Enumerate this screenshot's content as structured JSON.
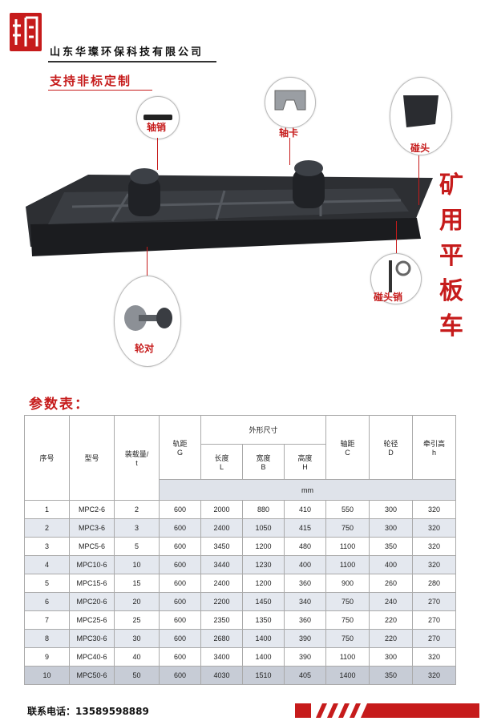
{
  "header": {
    "company_name": "山东华璨环保科技有限公司",
    "slogan": "支持非标定制"
  },
  "product": {
    "title_chars": [
      "矿",
      "用",
      "平",
      "板",
      "车"
    ]
  },
  "callouts": {
    "axle_pin": "轴销",
    "axle_clamp": "轴卡",
    "bumper_head": "碰头",
    "bumper_pin": "碰头销",
    "wheelset": "轮对"
  },
  "params": {
    "title": "参数表：",
    "headers": {
      "seq": "序号",
      "model": "型号",
      "load": "装载量/",
      "load_unit": "t",
      "gauge": "轨距",
      "gauge_sym": "G",
      "dims": "外形尺寸",
      "length": "长度",
      "length_sym": "L",
      "width": "宽度",
      "width_sym": "B",
      "height": "高度",
      "height_sym": "H",
      "wheelbase": "轴距",
      "wheelbase_sym": "C",
      "wheel_dia": "轮径",
      "wheel_dia_sym": "D",
      "coupler": "牵引高",
      "coupler_sym": "h",
      "unit": "mm"
    },
    "rows": [
      [
        "1",
        "MPC2-6",
        "2",
        "600",
        "2000",
        "880",
        "410",
        "550",
        "300",
        "320"
      ],
      [
        "2",
        "MPC3-6",
        "3",
        "600",
        "2400",
        "1050",
        "415",
        "750",
        "300",
        "320"
      ],
      [
        "3",
        "MPC5-6",
        "5",
        "600",
        "3450",
        "1200",
        "480",
        "1100",
        "350",
        "320"
      ],
      [
        "4",
        "MPC10-6",
        "10",
        "600",
        "3440",
        "1230",
        "400",
        "1100",
        "400",
        "320"
      ],
      [
        "5",
        "MPC15-6",
        "15",
        "600",
        "2400",
        "1200",
        "360",
        "900",
        "260",
        "280"
      ],
      [
        "6",
        "MPC20-6",
        "20",
        "600",
        "2200",
        "1450",
        "340",
        "750",
        "240",
        "270"
      ],
      [
        "7",
        "MPC25-6",
        "25",
        "600",
        "2350",
        "1350",
        "360",
        "750",
        "220",
        "270"
      ],
      [
        "8",
        "MPC30-6",
        "30",
        "600",
        "2680",
        "1400",
        "390",
        "750",
        "220",
        "270"
      ],
      [
        "9",
        "MPC40-6",
        "40",
        "600",
        "3400",
        "1400",
        "390",
        "1100",
        "300",
        "320"
      ],
      [
        "10",
        "MPC50-6",
        "50",
        "600",
        "4030",
        "1510",
        "405",
        "1400",
        "350",
        "320"
      ]
    ]
  },
  "footer": {
    "contact": "联系电话：13589598889"
  },
  "colors": {
    "accent": "#c61b1b",
    "row_shade": "#e4e8ef",
    "row_last": "#c7ccd6"
  }
}
